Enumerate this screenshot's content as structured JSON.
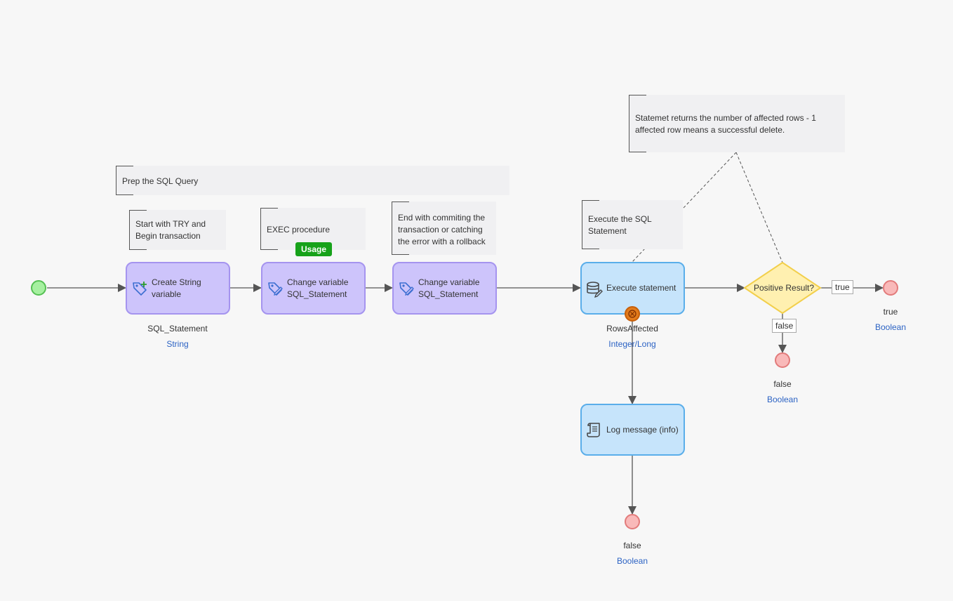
{
  "annotations": {
    "prep": "Prep the SQL Query",
    "start_try": "Start with TRY and Begin transaction",
    "exec_proc": "EXEC procedure",
    "end_commit": "End with commiting the transaction or catching the error with a rollback",
    "execute_sql": "Execute the SQL Statement",
    "statement_returns": "Statemet returns the number of affected rows - 1 affected row means a successful delete."
  },
  "activities": {
    "create_string": "Create String variable",
    "change_var_1": "Change variable SQL_Statement",
    "change_var_2": "Change variable SQL_Statement",
    "execute_statement": "Execute statement",
    "log_message": "Log message (info)"
  },
  "outputs": {
    "create_string": {
      "name": "SQL_Statement",
      "type": "String"
    },
    "execute_statement": {
      "name": "RowsAffected",
      "type": "Integer/Long"
    }
  },
  "usage_badge": "Usage",
  "gateway": {
    "label": "Positive Result?"
  },
  "flow_labels": {
    "true": "true",
    "false": "false"
  },
  "end_events": {
    "true_end": {
      "name": "true",
      "type": "Boolean"
    },
    "false_end": {
      "name": "false",
      "type": "Boolean"
    },
    "error_end": {
      "name": "false",
      "type": "Boolean"
    }
  },
  "icons": {
    "create_string": "tag-plus-icon",
    "change_var": "tag-edit-icon",
    "execute": "database-edit-icon",
    "log": "scroll-icon"
  },
  "colors": {
    "purple_fill": "#cdc4fb",
    "purple_border": "#a594ef",
    "blue_fill": "#c6e4fb",
    "blue_border": "#5aaeea",
    "gateway_fill": "#fff0b0",
    "gateway_border": "#f2cf4b",
    "start_fill": "#a6f0a0",
    "end_fill": "#f9b9b9",
    "type_text": "#2c63c4",
    "badge": "#17a21a"
  }
}
